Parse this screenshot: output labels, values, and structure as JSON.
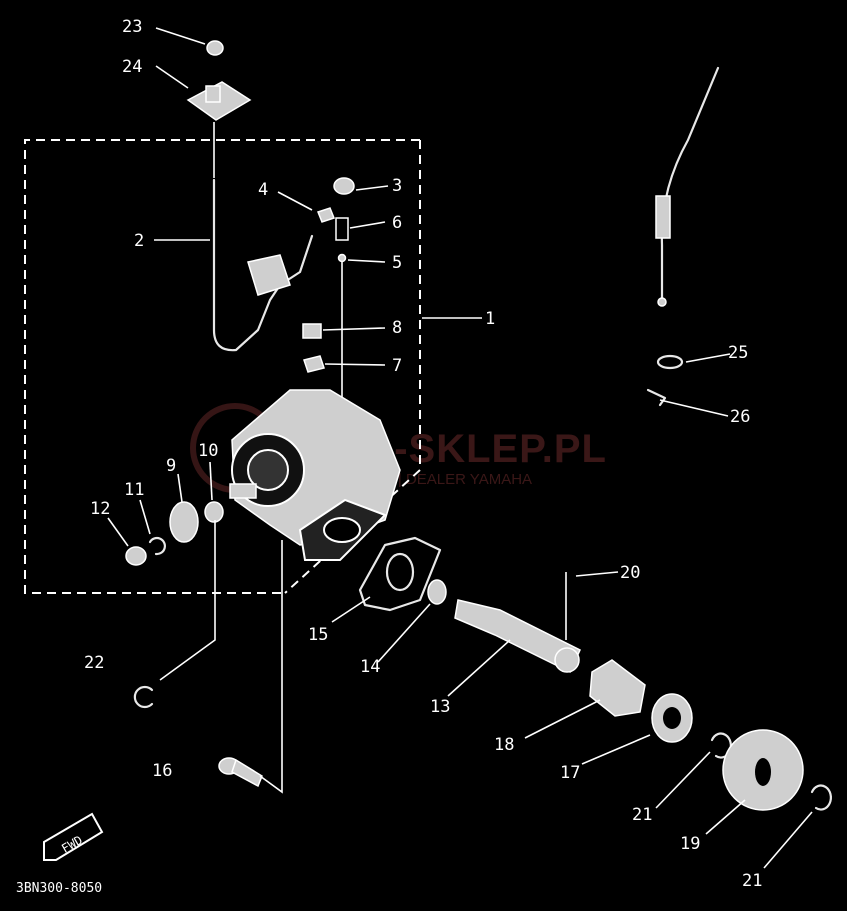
{
  "diagram": {
    "catalog_code": "3BN300-8050",
    "fwd_label": "FWD",
    "watermark": {
      "brand": "MA-SKLEP.PL",
      "tagline": "CHOWICZ | DEALER YAMAHA"
    },
    "callouts": [
      {
        "id": "c1",
        "text": "1"
      },
      {
        "id": "c2",
        "text": "2"
      },
      {
        "id": "c3",
        "text": "3"
      },
      {
        "id": "c4",
        "text": "4"
      },
      {
        "id": "c5",
        "text": "5"
      },
      {
        "id": "c6",
        "text": "6"
      },
      {
        "id": "c7",
        "text": "7"
      },
      {
        "id": "c8",
        "text": "8"
      },
      {
        "id": "c9",
        "text": "9"
      },
      {
        "id": "c10",
        "text": "10"
      },
      {
        "id": "c11",
        "text": "11"
      },
      {
        "id": "c12",
        "text": "12"
      },
      {
        "id": "c13",
        "text": "13"
      },
      {
        "id": "c14",
        "text": "14"
      },
      {
        "id": "c15",
        "text": "15"
      },
      {
        "id": "c16",
        "text": "16"
      },
      {
        "id": "c17",
        "text": "17"
      },
      {
        "id": "c18",
        "text": "18"
      },
      {
        "id": "c19",
        "text": "19"
      },
      {
        "id": "c20",
        "text": "20"
      },
      {
        "id": "c21a",
        "text": "21"
      },
      {
        "id": "c21b",
        "text": "21"
      },
      {
        "id": "c22",
        "text": "22"
      },
      {
        "id": "c23",
        "text": "23"
      },
      {
        "id": "c24",
        "text": "24"
      },
      {
        "id": "c25",
        "text": "25"
      },
      {
        "id": "c26",
        "text": "26"
      }
    ]
  }
}
